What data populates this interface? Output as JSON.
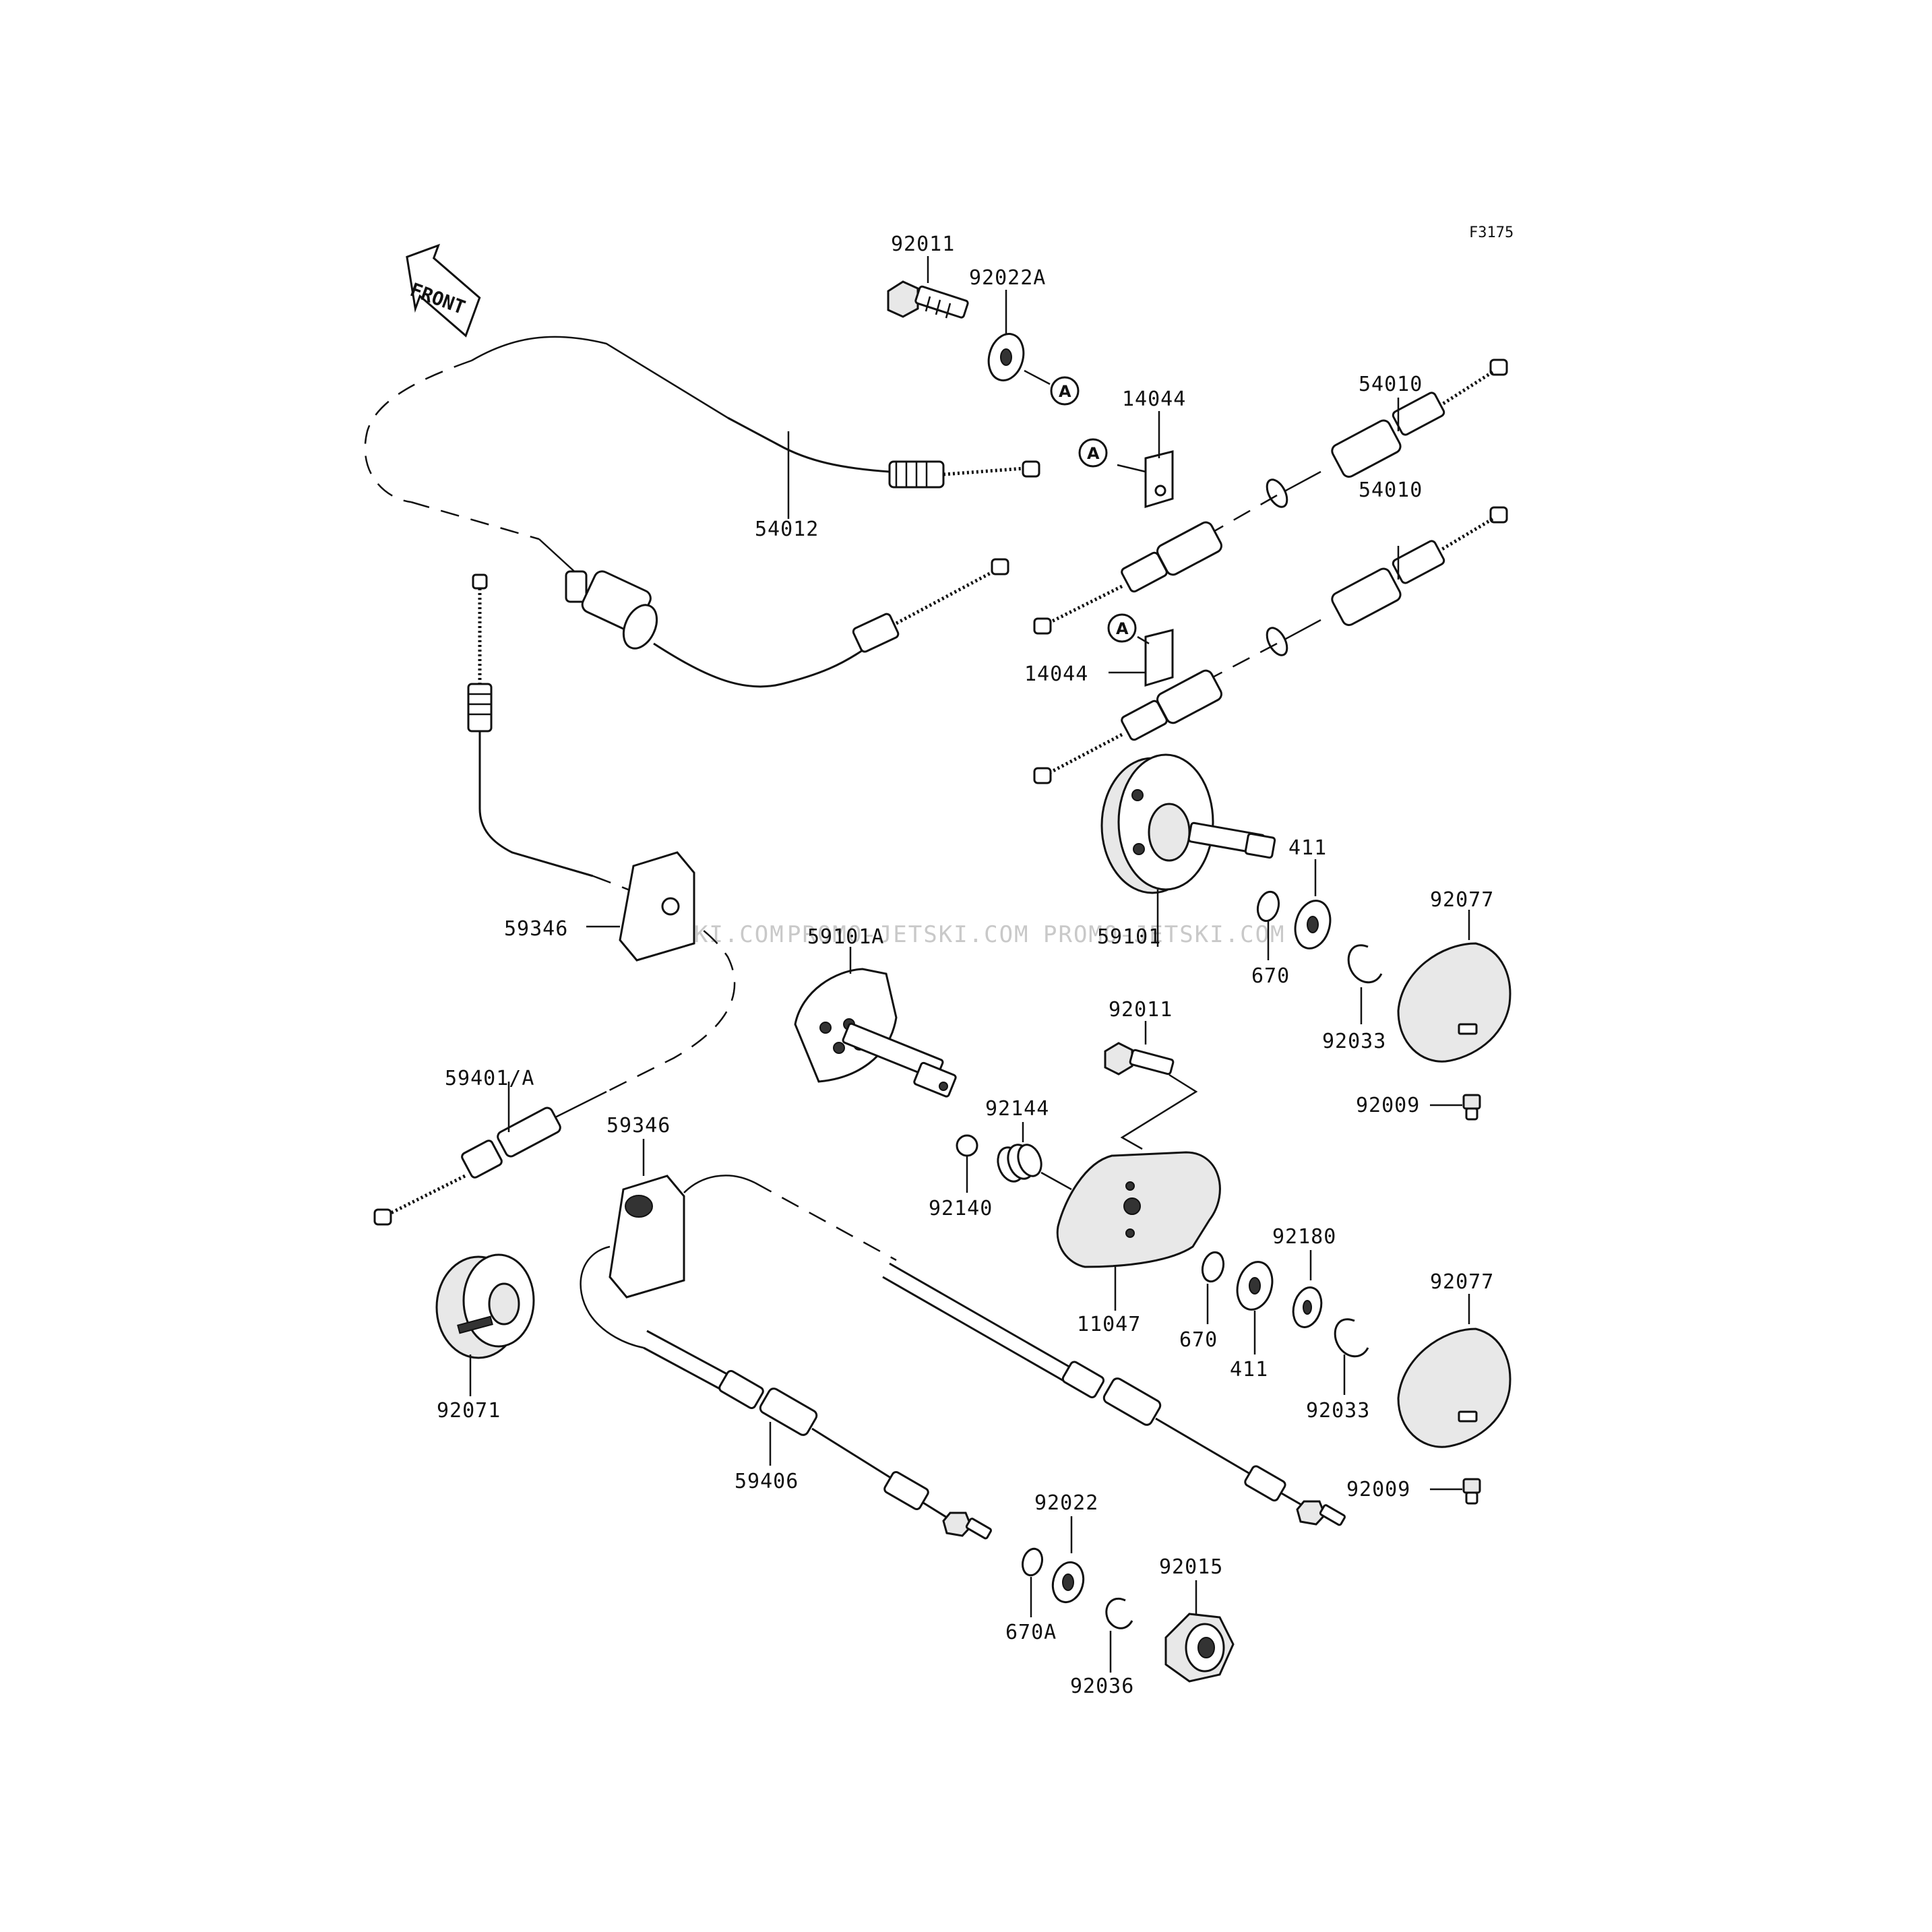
{
  "figure_code": "F3175",
  "front_label": "FRONT",
  "circle_marker": "A",
  "watermarks": [
    "JETSKI.COM",
    "PROMO-JETSKI.COM",
    "PROMO-JETSKI.COM"
  ],
  "part_labels": {
    "p92011_top": "92011",
    "p92022A": "92022A",
    "p14044_top": "14044",
    "p54010_top": "54010",
    "p54012": "54012",
    "p54010_mid": "54010",
    "p14044_mid": "14044",
    "p411_top": "411",
    "p92077_top": "92077",
    "p59346_top": "59346",
    "p59101A": "59101A",
    "p59101": "59101",
    "p670_top": "670",
    "p92033_top": "92033",
    "p92011_mid": "92011",
    "p92009_top": "92009",
    "p59401A": "59401/A",
    "p59346_bot": "59346",
    "p92144": "92144",
    "p92140": "92140",
    "p92180": "92180",
    "p92077_bot": "92077",
    "p11047": "11047",
    "p670_mid": "670",
    "p411_bot": "411",
    "p92033_bot": "92033",
    "p92071": "92071",
    "p59406": "59406",
    "p92009_bot": "92009",
    "p92022": "92022",
    "p92015": "92015",
    "p670A": "670A",
    "p92036": "92036"
  }
}
